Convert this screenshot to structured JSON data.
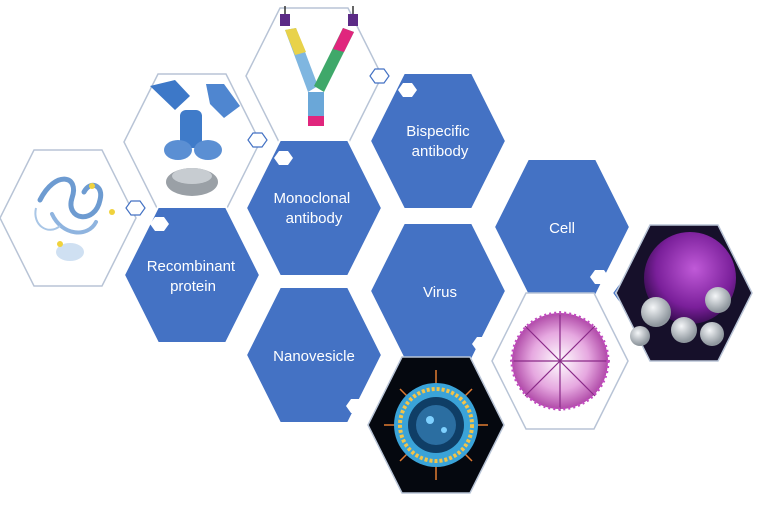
{
  "colors": {
    "hex_fill": "#4472C4",
    "hex_stroke": "#ffffff",
    "image_hex_border": "#b8c4d6",
    "marker": "#ffffff"
  },
  "labels": {
    "recombinant_protein": [
      "Recombinant",
      "protein"
    ],
    "monoclonal_antibody": [
      "Monoclonal",
      "antibody"
    ],
    "bispecific_antibody": [
      "Bispecific",
      "antibody"
    ],
    "nanovesicle": [
      "Nanovesicle"
    ],
    "virus": [
      "Virus"
    ],
    "cell": [
      "Cell"
    ]
  },
  "image_tiles": [
    {
      "name": "protein-ribbon-image",
      "depicts": "protein ribbon structure"
    },
    {
      "name": "antibody-structure-image",
      "depicts": "monoclonal antibody structure"
    },
    {
      "name": "bispecific-antibody-icon-image",
      "depicts": "bispecific antibody diagram"
    },
    {
      "name": "nanovesicle-image",
      "depicts": "lipid nanovesicle"
    },
    {
      "name": "virus-image",
      "depicts": "virus particle"
    },
    {
      "name": "cell-image",
      "depicts": "cell with particles"
    }
  ]
}
